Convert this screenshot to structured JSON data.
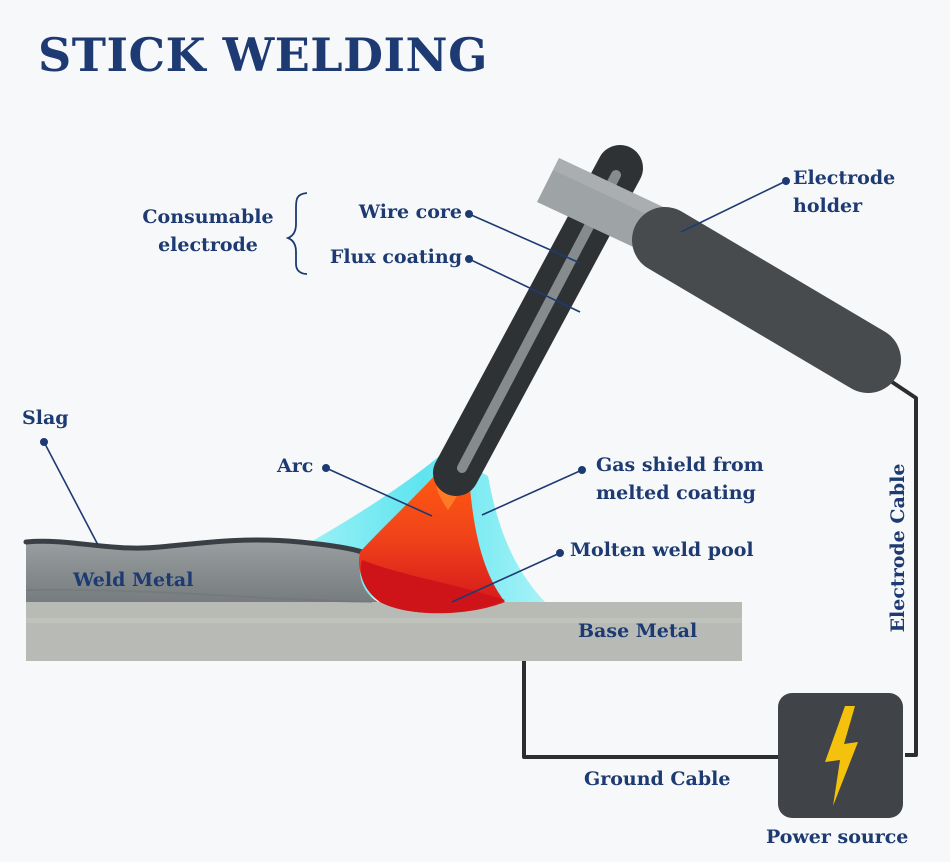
{
  "title": "STICK WELDING",
  "labels": {
    "consumable_electrode": "Consumable\nelectrode",
    "wire_core": "Wire core",
    "flux_coating": "Flux coating",
    "electrode_holder": "Electrode\nholder",
    "slag": "Slag",
    "arc": "Arc",
    "gas_shield": "Gas shield from\nmelted coating",
    "molten_weld_pool": "Molten weld pool",
    "weld_metal": "Weld Metal",
    "base_metal": "Base Metal",
    "electrode_cable": "Electrode Cable",
    "ground_cable": "Ground Cable",
    "power_source": "Power source"
  },
  "colors": {
    "title": "#1d3a72",
    "label": "#1d3a72",
    "electrode_dark": "#3a3d40",
    "holder_body": "#474b4e",
    "holder_jaw": "#9ea3a6",
    "weld_metal": "#8f9597",
    "base_metal": "#b8bbb5",
    "gas_shield": "#57e3ee",
    "arc_orange": "#fb6a1c",
    "pool_red": "#d6181c",
    "bolt": "#f4c20d"
  },
  "icons": {
    "power": "lightning-bolt-icon"
  }
}
